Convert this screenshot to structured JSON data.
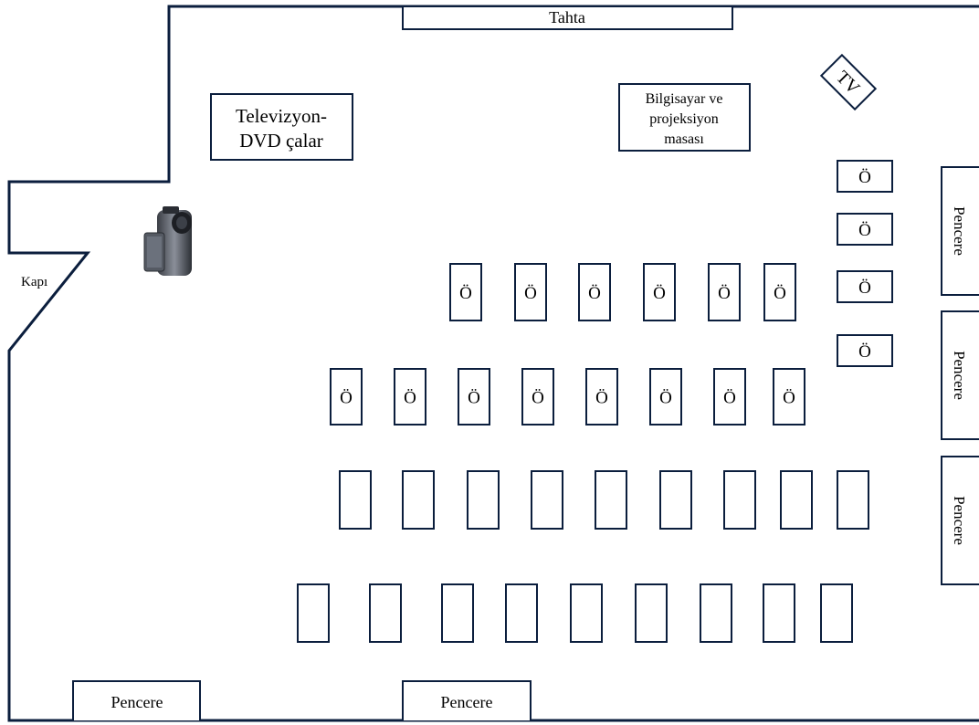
{
  "board": {
    "label": "Tahta"
  },
  "tv": {
    "label": "TV"
  },
  "tv_dvd_table": {
    "line1": "Televizyon-",
    "line2": "DVD çalar"
  },
  "computer_table": {
    "line1": "Bilgisayar ve",
    "line2": "projeksiyon",
    "line3": "masası"
  },
  "door": {
    "label": "Kapı"
  },
  "camera": {
    "icon": "video-camera-icon"
  },
  "windows": {
    "right": [
      "Pencere",
      "Pencere",
      "Pencere"
    ],
    "bottom": [
      "Pencere",
      "Pencere"
    ]
  },
  "desks": {
    "student_label": "Ö",
    "side_column": [
      "Ö",
      "Ö",
      "Ö",
      "Ö"
    ],
    "row_1": [
      "Ö",
      "Ö",
      "Ö",
      "Ö",
      "Ö",
      "Ö"
    ],
    "row_2": [
      "Ö",
      "Ö",
      "Ö",
      "Ö",
      "Ö",
      "Ö",
      "Ö",
      "Ö"
    ],
    "row_3_count": 9,
    "row_4_count": 9
  }
}
